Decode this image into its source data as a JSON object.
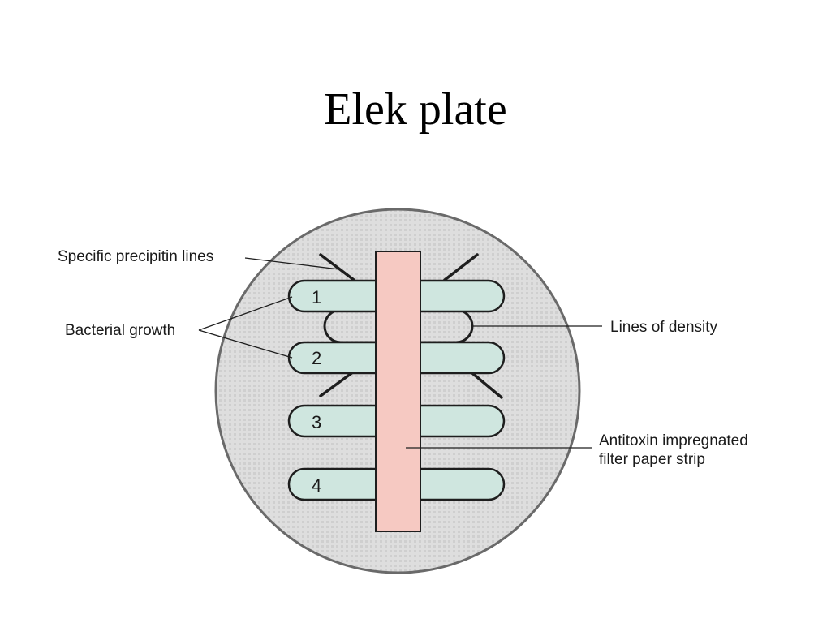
{
  "title": "Elek plate",
  "labels": {
    "precipitin": "Specific precipitin lines",
    "bacterial": "Bacterial growth",
    "density": "Lines of density",
    "antitoxin_line1": "Antitoxin impregnated",
    "antitoxin_line2": "filter paper strip"
  },
  "streaks": [
    "1",
    "2",
    "3",
    "4"
  ],
  "colors": {
    "plate_fill": "#dcdcdc",
    "plate_border": "#6a6a6a",
    "streak_fill": "#cfe6df",
    "strip_fill": "#f6c9c2",
    "outline": "#1e1e1e"
  }
}
